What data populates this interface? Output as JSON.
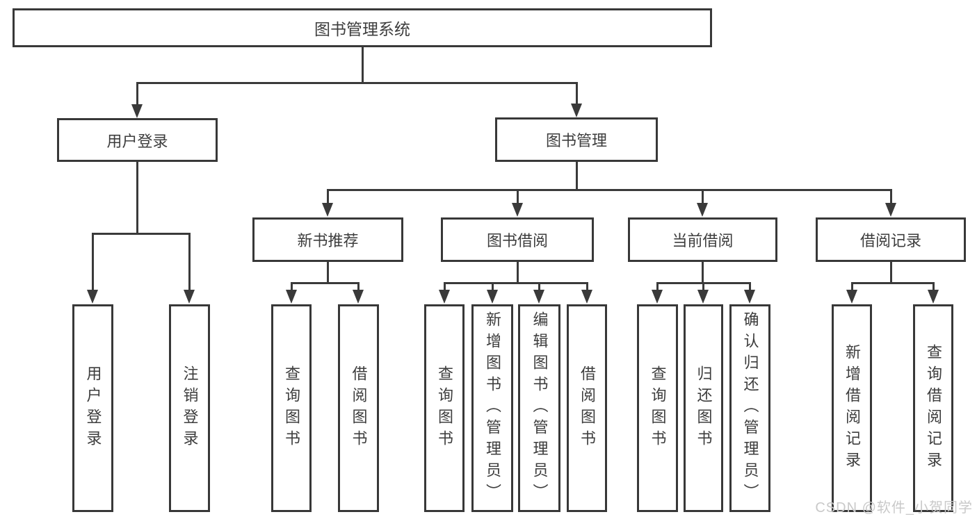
{
  "diagram": {
    "root": "图书管理系统",
    "user_login": "用户登录",
    "book_mgmt": "图书管理",
    "new_book_rec": "新书推荐",
    "book_borrow": "图书借阅",
    "current_borrow": "当前借阅",
    "borrow_records": "借阅记录",
    "leaves": {
      "login": "用户登录",
      "logout": "注销登录",
      "rec_query": "查询图书",
      "rec_borrow": "借阅图书",
      "bb_query": "查询图书",
      "bb_add": "新增图书（管理员）",
      "bb_edit": "编辑图书（管理员）",
      "bb_borrow": "借阅图书",
      "cb_query": "查询图书",
      "cb_return": "归还图书",
      "cb_confirm": "确认归还（管理员）",
      "br_add": "新增借阅记录",
      "br_query": "查询借阅记录"
    }
  },
  "watermark": "CSDN @软件_小贺同学",
  "colors": {
    "line": "#3a3a3a",
    "text": "#3d3d3d",
    "border": "#383838",
    "watermark": "#c9c9c9",
    "background": "#ffffff"
  }
}
